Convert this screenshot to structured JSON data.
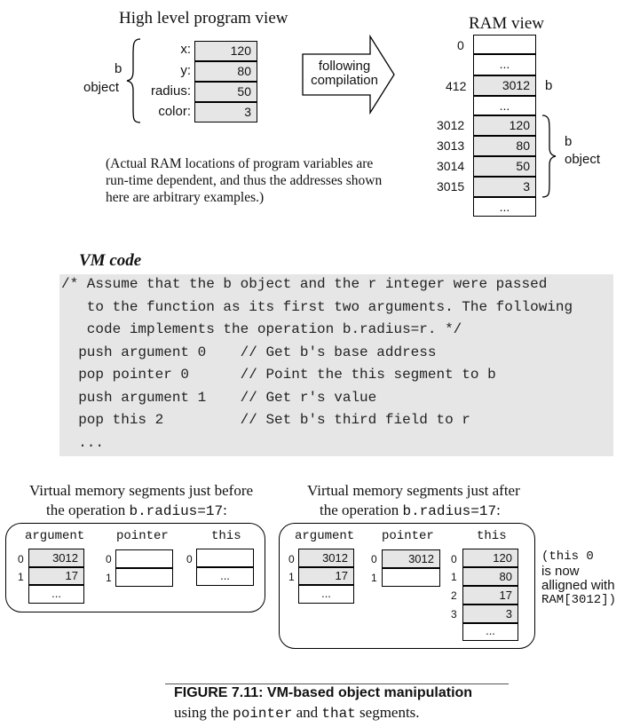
{
  "high_level": {
    "title": "High level program view",
    "object_label_1": "b",
    "object_label_2": "object",
    "fields": [
      {
        "name": "x:",
        "value": "120"
      },
      {
        "name": "y:",
        "value": "80"
      },
      {
        "name": "radius:",
        "value": "50"
      },
      {
        "name": "color:",
        "value": "3"
      }
    ],
    "arrow_text_1": "following",
    "arrow_text_2": "compilation",
    "note_1": "(Actual RAM locations of program variables are",
    "note_2": "run-time dependent, and thus the addresses shown",
    "note_3": "here are arbitrary examples.)"
  },
  "ram": {
    "title": "RAM view",
    "addr_0": "0",
    "ellipsis": "...",
    "addr_412": "412",
    "val_412": "3012",
    "b_label": "b",
    "rows": [
      {
        "addr": "3012",
        "value": "120"
      },
      {
        "addr": "3013",
        "value": "80"
      },
      {
        "addr": "3014",
        "value": "50"
      },
      {
        "addr": "3015",
        "value": "3"
      }
    ],
    "obj_label_1": "b",
    "obj_label_2": "object"
  },
  "vm": {
    "heading": "VM code",
    "lines": [
      "/* Assume that the b object and the r integer were passed",
      "   to the function as its first two arguments. The following",
      "   code implements the operation b.radius=r. */",
      "  push argument 0    // Get b's base address",
      "  pop pointer 0      // Point the this segment to b",
      "  push argument 1    // Get r's value",
      "  pop this 2         // Set b's third field to r",
      "  ..."
    ]
  },
  "before": {
    "caption_1": "Virtual memory segments just before",
    "caption_2_pre": "the operation ",
    "caption_2_code": "b.radius=17",
    "caption_2_post": ":",
    "argument": "argument",
    "pointer": "pointer",
    "this": "this",
    "arg_values": [
      "3012",
      "17",
      "..."
    ],
    "this_values": [
      "",
      "..."
    ]
  },
  "after": {
    "caption_1": "Virtual memory segments just after",
    "caption_2_pre": "the operation ",
    "caption_2_code": "b.radius=17",
    "caption_2_post": ":",
    "argument": "argument",
    "pointer": "pointer",
    "this": "this",
    "arg_values": [
      "3012",
      "17",
      "..."
    ],
    "pointer_values": [
      "3012",
      ""
    ],
    "this_values": [
      "120",
      "80",
      "17",
      "3",
      "..."
    ],
    "note_1": "(this 0",
    "note_2": "is now",
    "note_3": "alligned with",
    "note_4": "RAM[3012])"
  },
  "indices": [
    "0",
    "1",
    "2",
    "3"
  ],
  "figure": {
    "label": "FIGURE 7.11: VM-based object manipulation",
    "sub_pre": "using the ",
    "sub_code_1": "pointer",
    "sub_mid": " and ",
    "sub_code_2": "that",
    "sub_post": " segments."
  }
}
